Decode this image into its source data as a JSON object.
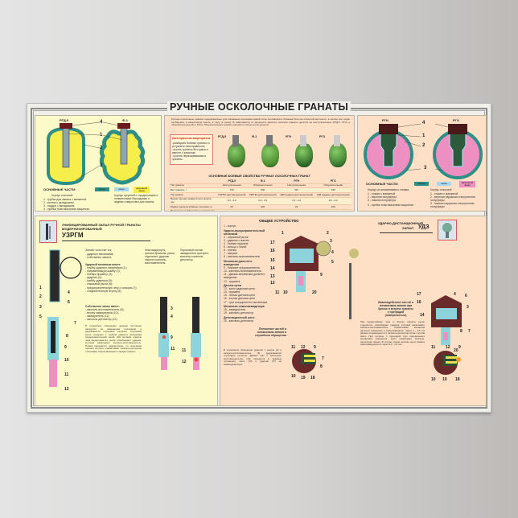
{
  "title": "РУЧНЫЕ ОСКОЛОЧНЫЕ ГРАНАТЫ",
  "colors": {
    "body": "#2f8f86",
    "fuze": "#a8d8ee",
    "charge_yellow": "#f6ee4a",
    "charge_pink": "#ee8fc2",
    "panel_yellow": "#fdfac9",
    "panel_peach": "#fde0c6"
  },
  "left_top": {
    "grenades": [
      "РГД-5",
      "Ф-1"
    ],
    "callouts": [
      "4",
      "1",
      "2",
      "3"
    ],
    "parts_title": "ОСНОВНЫЕ ЧАСТИ:",
    "legend": [
      "корпус",
      "запал",
      "разрывной заряд"
    ],
    "rgd_body": "Корпус стальной",
    "f1_body": "Корпус чугунный с продольными и поперечными бороздками и задним отверстием для запала",
    "parts": [
      "1 - трубка для запала с манжетой",
      "2 - колпак с вкладышем",
      "3 - поддон с вкладышем",
      "4 - пробка пластмассовая защитная"
    ]
  },
  "center_top": {
    "intro": "Ручные осколочные гранаты предназначены для поражения осколками живой силы противника в ближнем бою (на открытой местности, в окопах или ходах сообщения, в населенном пункте, в лесу, в горах). В зависимости от дальности разлета осколков гранаты делятся на наступательные (РГД-5, РГН) и оборонительные (Ф-1, РГО). Оборонительные гранаты метаются только из-за укрытий.",
    "warning_title": "Категорически запрещается:",
    "warning": [
      "-разбирать боевые гранаты и устранять неисправности;",
      "-носить гранаты без сумки и вместе с запалом;",
      "-трогать неразорвавшиеся гранаты."
    ],
    "photos": [
      "РГД-5",
      "Ф-1",
      "РГН",
      "РГО"
    ],
    "table_title": "ОСНОВНЫЕ БОЕВЫЕ СВОЙСТВА РУЧНЫХ ОСКОЛОЧНЫХ ГРАНАТ",
    "table": {
      "headers": [
        "",
        "РГД-5",
        "Ф-1",
        "РГН",
        "РГО"
      ],
      "rows": [
        [
          "Тип гранаты",
          "Наступательная",
          "Оборонительная",
          "Наступательная",
          "Оборонительная"
        ],
        [
          "Вес гранаты, г",
          "310",
          "600",
          "310",
          "530"
        ],
        [
          "Тип запала",
          "УЗРГМ (дистанционный)",
          "УЗРГМ (дистанционный)",
          "УДЗ (ударно-дистанционный)",
          "УДЗ (ударно-дистанционный)"
        ],
        [
          "Время горения замедлителя запала, сек",
          "3,2 - 4,2",
          "3,2 - 4,2",
          "3,2 - 4,2",
          "3,2 - 4,2"
        ],
        [
          "Радиус разлета убойных осколков, м",
          "25",
          "200",
          "24",
          "100"
        ],
        [
          "Радиус зоны эффективного поражения живой силы, м",
          "8",
          "7",
          "8",
          "12"
        ],
        [
          "Средняя дальность броска, м",
          "20 - 40",
          "20 - 40",
          "20 - 40",
          "20 - 40"
        ]
      ]
    }
  },
  "right_top": {
    "grenades": [
      "РГН",
      "РГО"
    ],
    "callouts": [
      "4",
      "1",
      "2",
      "3"
    ],
    "parts_title": "ОСНОВНЫЕ ЧАСТИ:",
    "legend": [
      "корпус",
      "запал",
      "разрывной заряд"
    ],
    "rgn_body": "Корпус из алюминиевого сплава",
    "rgo_body": "Корпус стальной",
    "rgn_parts": [
      "1 - стакан с манжетой",
      "2 - верхняя полусфера",
      "3 - нижняя полусфера"
    ],
    "rgo_parts": [
      "1 - стакан с манжетой",
      "2 - верхняя наружная и внутренняя полусферы",
      "3 - нижняя наружная и внутренняя полусферы"
    ],
    "common_part": "4 - пробка пластмассовая защитная"
  },
  "uzrgm": {
    "title": "УНИФИЦИРОВАННЫЙ ЗАПАЛ РУЧНОЙ ГРАНАТЫ МОДЕРНИЗИРОВАННЫЙ",
    "name": "УЗРГМ",
    "consists_title": "Запал состоит из:",
    "consists": [
      "- ударного механизма;",
      "- собственно запала."
    ],
    "striker_title": "Ударный механизм имеет:",
    "striker": [
      "- трубку ударного механизма (1);",
      "- направляющую шайбу (2);",
      "- боевую пружину (3);",
      "- ударник (4);",
      "- шайбу ударника (5);",
      "- спусковой рычаг (6);",
      "- предохранительную чеку с кольцом (7);",
      "- соединительную втулку (8)."
    ],
    "fuze_title": "Собственно запал имеет:",
    "fuze": [
      "- капсюль-воспламенитель (9);",
      "- втулку замедлителя (10);",
      "- замедлитель (11);",
      "- капсюль-детонатор (12)."
    ],
    "caption_mid": "Чека выдернута, граната брошена, рычаг отделился, ударник наколол капсюль-воспламенитель.",
    "caption_right": "Пороховой состав замедлителя прогорел, вспыхнул капсюль-детонатор.",
    "callouts_main": [
      "1",
      "4",
      "2",
      "6",
      "3",
      "5",
      "7",
      "8",
      "9",
      "10",
      "11",
      "12"
    ],
    "callouts_mid": [
      "3",
      "4",
      "9",
      "11"
    ],
    "callouts_right": [
      "11",
      "12"
    ],
    "description": "В служебном обращении ударник постоянно находится во взведенном положении и удерживается спусковым рычагом. Спусковой рычаг соединен с трубкой ударного механизма предохранительной чекой. При метании гранаты чека выдергивается, рычаг освобождает ударник, который накалывает капсюль-воспламенитель. Пламя передается замедлителю, по окончании горения которого срабатывает капсюль-детонатор и вызывает взрыв разрывного заряда гранаты."
  },
  "general": {
    "title": "ОБЩЕЕ УСТРОЙСТВО",
    "groups": [
      {
        "title": "",
        "items": [
          "1 - корпус"
        ]
      },
      {
        "title": "Ударно-предохранительный механизм",
        "items": [
          "2 - спусковой рычаг",
          "3 - ударник с жалом",
          "4 - боевая пружина",
          "5 - кольцо с чекой",
          "6 - пленка",
          "7 - запуска",
          "8 - капсюль-воспламенитель"
        ]
      },
      {
        "title": "Механизм дальнего взведения",
        "items": [
          "9 - боковые предохранители",
          "10 - капсюль-воспламенитель",
          "11 - движок механизма дальнего взведения",
          "12 - пружина"
        ]
      },
      {
        "title": "Датчик цели",
        "items": [
          "13 - жало ударника цели",
          "14 - пружина",
          "15 - гильза датчика цели",
          "16 - втулка датчика цели",
          "17 - груз инерционного механизма"
        ]
      },
      {
        "title": "Механизм самоликвидатора:",
        "items": [
          "18 - замедлитель",
          "19 - капсюль-детонатор"
        ]
      },
      {
        "title": "Детонационный узел:",
        "items": [
          "20 - капсюль-детонатор"
        ]
      }
    ],
    "callouts": [
      "1",
      "2",
      "17",
      "3",
      "16",
      "4",
      "15",
      "5",
      "14",
      "13",
      "12",
      "11",
      "10",
      "9",
      "20"
    ],
    "position_caption": "Положение частей и механизмов запала в служебном обращении",
    "position_text": "В служебном обращении ударник с жалом (3) и капсюль-воспламенитель (8) удерживаются спусковым рычагом. Движок (11) с капсюлем-воспламенителем (10) находится в крайнем положении, жало (13) и ударник (17) не взаимодействуют.",
    "small_callouts": [
      "11",
      "12",
      "9",
      "7",
      "8",
      "10",
      "19",
      "18"
    ]
  },
  "udz": {
    "title": "УДАРНО-ДИСТАНЦИОННЫЙ",
    "title2": "ЗАПАЛ",
    "name": "УДЗ",
    "interaction_caption": "Взаимодействие частей и механизмов запала при броске и встрече гранаты с преградой (поверхностью)",
    "callouts": [
      "17",
      "4",
      "6",
      "16",
      "14",
      "3",
      "8",
      "7",
      "20"
    ],
    "small_callouts": [
      "11",
      "12",
      "9",
      "10",
      "19",
      "18"
    ],
    "text": "При выдергивании чеки и броске гранаты рычаг отделяется, освобождает ударник, который накалывает капсюль-воспламенитель. Срабатывают механизм дальнего взведения и самоликвидатор. Через 1 - 1,8 сек движок перемещается и капсюль-детонатор встает против жала. При встрече с преградой груз инерционного механизма смещается, жало накалывает капсюль, происходит взрыв. В случае отказа датчика цели граната самоликвидируется через 3,2 - 4,2 сек."
  }
}
